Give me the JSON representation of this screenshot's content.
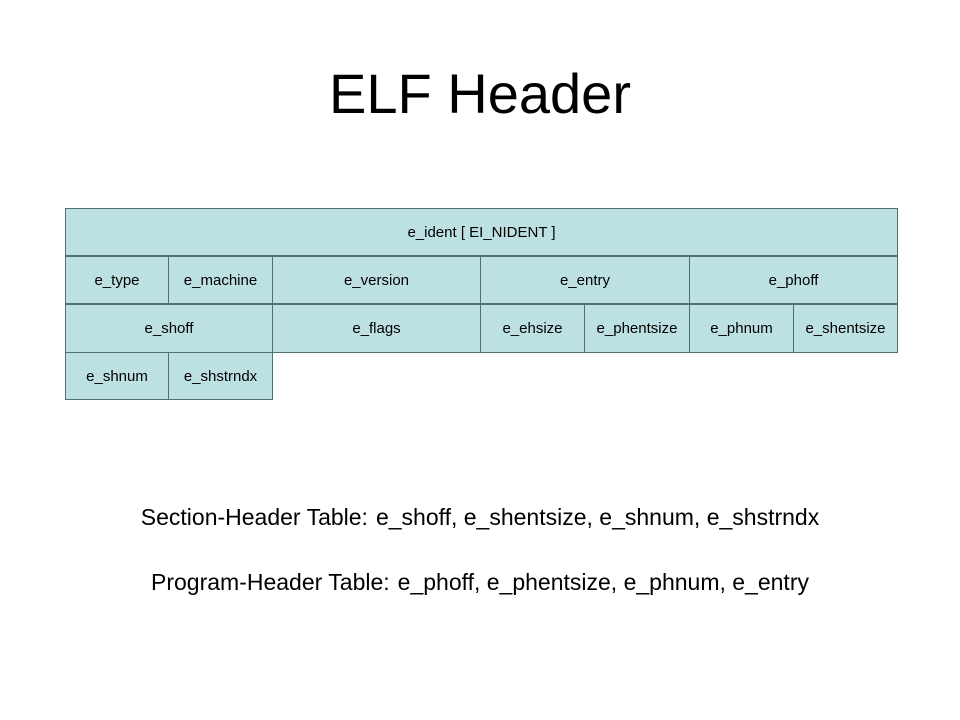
{
  "title": "ELF Header",
  "colors": {
    "cell_fill": "#bde0e3",
    "cell_border": "#4f6f73",
    "text": "#000000",
    "background": "#ffffff"
  },
  "fields": {
    "e_ident": "e_ident [ EI_NIDENT ]",
    "e_type": "e_type",
    "e_machine": "e_machine",
    "e_version": "e_version",
    "e_entry": "e_entry",
    "e_phoff": "e_phoff",
    "e_shoff": "e_shoff",
    "e_flags": "e_flags",
    "e_ehsize": "e_ehsize",
    "e_phentsize": "e_phentsize",
    "e_phnum": "e_phnum",
    "e_shentsize": "e_shentsize",
    "e_shnum": "e_shnum",
    "e_shstrndx": "e_shstrndx"
  },
  "summaries": {
    "section_label": "Section-Header Table:",
    "section_fields": "e_shoff, e_shentsize, e_shnum, e_shstrndx",
    "program_label": "Program-Header Table:",
    "program_fields": "e_phoff, e_phentsize, e_phnum, e_entry"
  }
}
